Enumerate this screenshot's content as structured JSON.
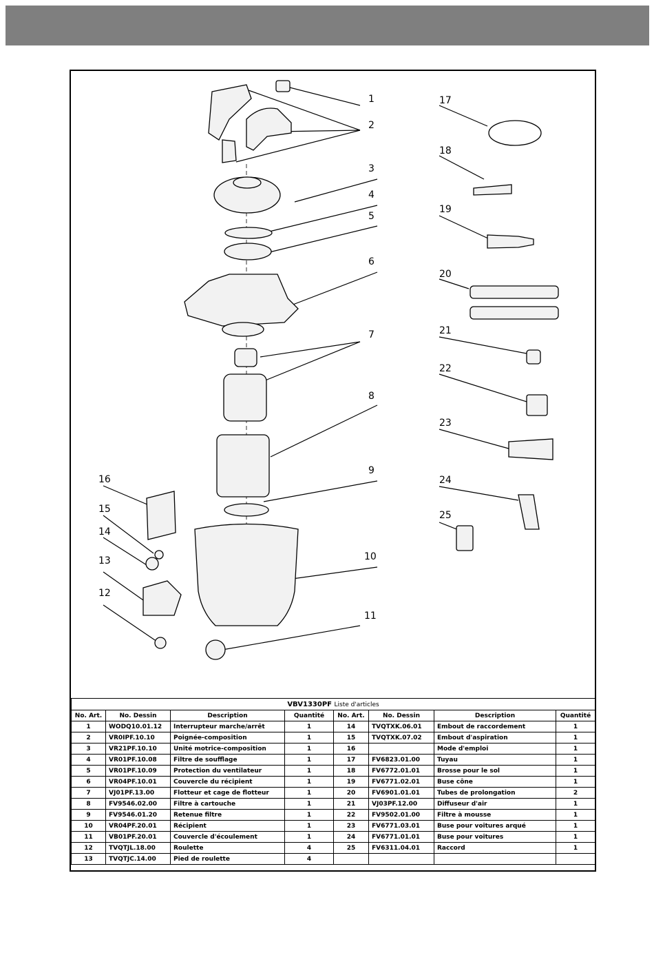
{
  "labels": [
    "1",
    "2",
    "3",
    "4",
    "5",
    "6",
    "7",
    "8",
    "9",
    "10",
    "11",
    "12",
    "13",
    "14",
    "15",
    "16",
    "17",
    "18",
    "19",
    "20",
    "21",
    "22",
    "23",
    "24",
    "25"
  ],
  "table": {
    "model": "VBV1330PF",
    "subtitle": "Liste d'articles",
    "headers": [
      "No. Art.",
      "No. Dessin",
      "Description",
      "Quantité",
      "No. Art.",
      "No. Dessin",
      "Description",
      "Quantité"
    ],
    "left_rows": [
      {
        "no": "1",
        "drawing": "WODQ10.01.12",
        "desc": "Interrupteur marche/arrêt",
        "qty": "1"
      },
      {
        "no": "2",
        "drawing": "VR0IPF.10.10",
        "desc": "Poignée-composition",
        "qty": "1"
      },
      {
        "no": "3",
        "drawing": "VR21PF.10.10",
        "desc": "Unité motrice-composition",
        "qty": "1"
      },
      {
        "no": "4",
        "drawing": "VR01PF.10.08",
        "desc": "Filtre de soufflage",
        "qty": "1"
      },
      {
        "no": "5",
        "drawing": "VR01PF.10.09",
        "desc": "Protection du ventilateur",
        "qty": "1"
      },
      {
        "no": "6",
        "drawing": "VR04PF.10.01",
        "desc": "Couvercle du récipient",
        "qty": "1"
      },
      {
        "no": "7",
        "drawing": "VJ01PF.13.00",
        "desc": "Flotteur et cage de flotteur",
        "qty": "1"
      },
      {
        "no": "8",
        "drawing": "FV9546.02.00",
        "desc": "Filtre à cartouche",
        "qty": "1"
      },
      {
        "no": "9",
        "drawing": "FV9546.01.20",
        "desc": "Retenue filtre",
        "qty": "1"
      },
      {
        "no": "10",
        "drawing": "VR04PF.20.01",
        "desc": "Récipient",
        "qty": "1"
      },
      {
        "no": "11",
        "drawing": "VB01PF.20.01",
        "desc": "Couvercle d'écoulement",
        "qty": "1"
      },
      {
        "no": "12",
        "drawing": "TVQTJL.18.00",
        "desc": "Roulette",
        "qty": "4"
      },
      {
        "no": "13",
        "drawing": "TVQTJC.14.00",
        "desc": "Pied de roulette",
        "qty": "4"
      }
    ],
    "right_rows": [
      {
        "no": "14",
        "drawing": "TVQTXK.06.01",
        "desc": "Embout de raccordement",
        "qty": "1"
      },
      {
        "no": "15",
        "drawing": "TVQTXK.07.02",
        "desc": "Embout d'aspiration",
        "qty": "1"
      },
      {
        "no": "16",
        "drawing": "",
        "desc": "Mode d'emploi",
        "qty": "1"
      },
      {
        "no": "17",
        "drawing": "FV6823.01.00",
        "desc": "Tuyau",
        "qty": "1"
      },
      {
        "no": "18",
        "drawing": "FV6772.01.01",
        "desc": "Brosse pour le sol",
        "qty": "1"
      },
      {
        "no": "19",
        "drawing": "FV6771.02.01",
        "desc": "Buse cône",
        "qty": "1"
      },
      {
        "no": "20",
        "drawing": "FV6901.01.01",
        "desc": "Tubes de prolongation",
        "qty": "2"
      },
      {
        "no": "21",
        "drawing": "VJ03PF.12.00",
        "desc": "Diffuseur d'air",
        "qty": "1"
      },
      {
        "no": "22",
        "drawing": "FV9502.01.00",
        "desc": "Filtre à mousse",
        "qty": "1"
      },
      {
        "no": "23",
        "drawing": "FV6771.03.01",
        "desc": "Buse pour voitures arqué",
        "qty": "1"
      },
      {
        "no": "24",
        "drawing": "FV6771.01.01",
        "desc": "Buse pour voitures",
        "qty": "1"
      },
      {
        "no": "25",
        "drawing": "FV6311.04.01",
        "desc": "Raccord",
        "qty": "1"
      },
      {
        "no": "",
        "drawing": "",
        "desc": "",
        "qty": ""
      }
    ]
  }
}
